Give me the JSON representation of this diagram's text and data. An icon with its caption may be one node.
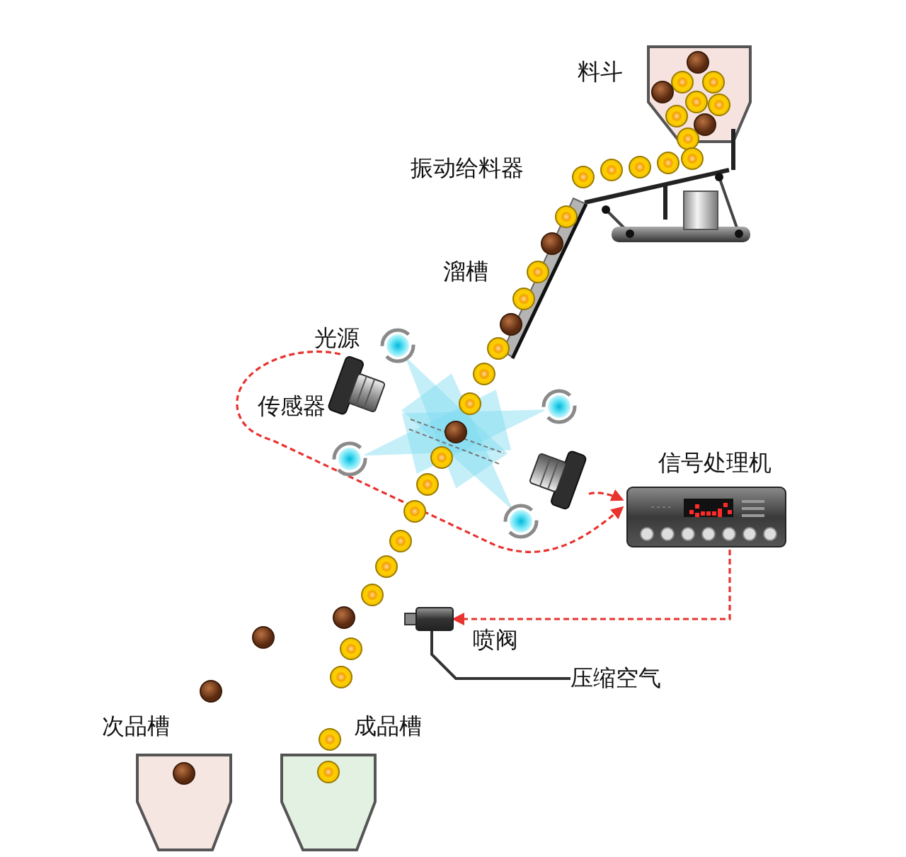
{
  "diagram": {
    "nodes": [
      {
        "text": [
          "料斗"
        ]
      },
      {
        "text": [
          "振动给料器"
        ]
      },
      {
        "text": [
          "溜槽"
        ]
      },
      {
        "text": [
          "光源"
        ]
      },
      {
        "text": [],
        "shape": "circle"
      },
      {
        "text": [
          "传感器"
        ]
      },
      {
        "text": [],
        "shape": "circle"
      },
      {
        "text": [],
        "shape": "box"
      },
      {
        "text": [],
        "shape": "circle"
      },
      {
        "text": [
          "信号处理机"
        ]
      },
      {
        "text": [
          "喷阀"
        ]
      },
      {
        "text": [
          "压缩空气"
        ]
      },
      {
        "text": [
          "次品槽"
        ]
      },
      {
        "text": [
          "成品槽"
        ]
      }
    ],
    "edges": [
      {
        "from": 5,
        "to": 9,
        "arrow": "to",
        "style": "dashed"
      },
      {
        "from": 7,
        "to": 9,
        "arrow": "to",
        "style": "dashed"
      },
      {
        "from": 9,
        "to": 10,
        "arrow": "to",
        "style": "dashed"
      },
      {
        "from": 10,
        "to": 11,
        "arrow": "none",
        "color": "#333333"
      }
    ]
  }
}
